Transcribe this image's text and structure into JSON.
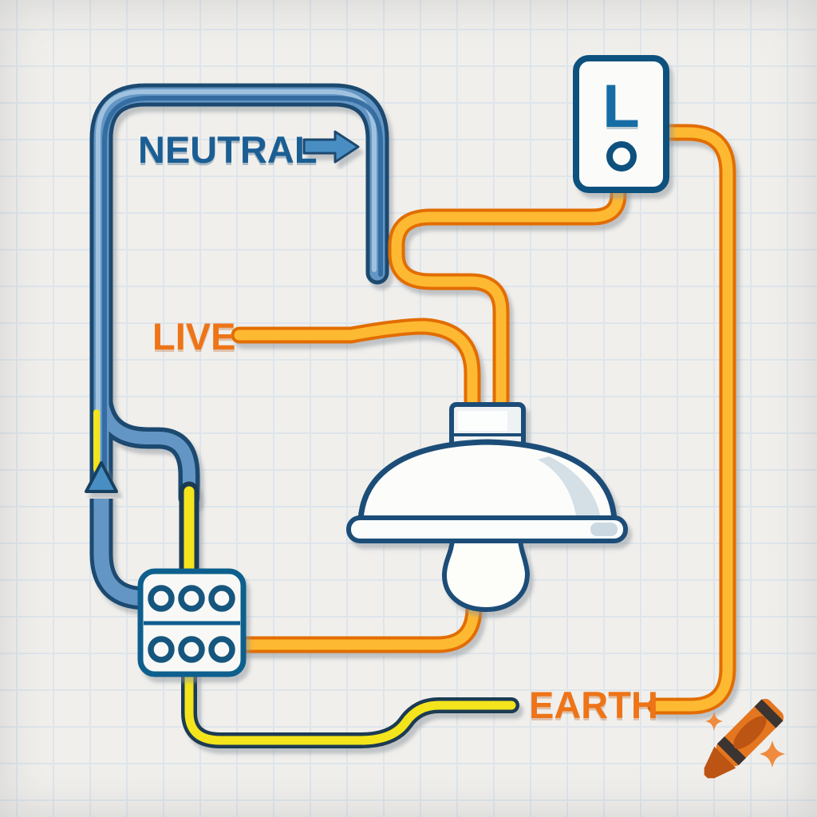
{
  "labels": {
    "neutral": "NEUTRAL",
    "live": "LIVE",
    "earth": "EARTH"
  },
  "switch": {
    "terminal_label": "L"
  },
  "colors": {
    "background": "#f0efec",
    "grid_line": "#dee5eb",
    "neutral_wire_fill": "#6496c4",
    "neutral_wire_outline": "#1c4a70",
    "neutral_text": "#1b5e94",
    "live_wire_fill": "#fdb930",
    "live_wire_outline": "#e26d04",
    "live_earth_text": "#ee7418",
    "earth_wire_fill": "#f3e41b",
    "earth_wire_outline": "#1e3a52",
    "component_outline": "#17527e",
    "component_fill": "#fbfcfa",
    "watermark_orange": "#e4761f"
  },
  "components": {
    "switch": "light-switch",
    "junction_box": "junction-box",
    "lamp": "ceiling-lamp",
    "bulb": "light-bulb",
    "watermark": "crayon-watermark"
  }
}
